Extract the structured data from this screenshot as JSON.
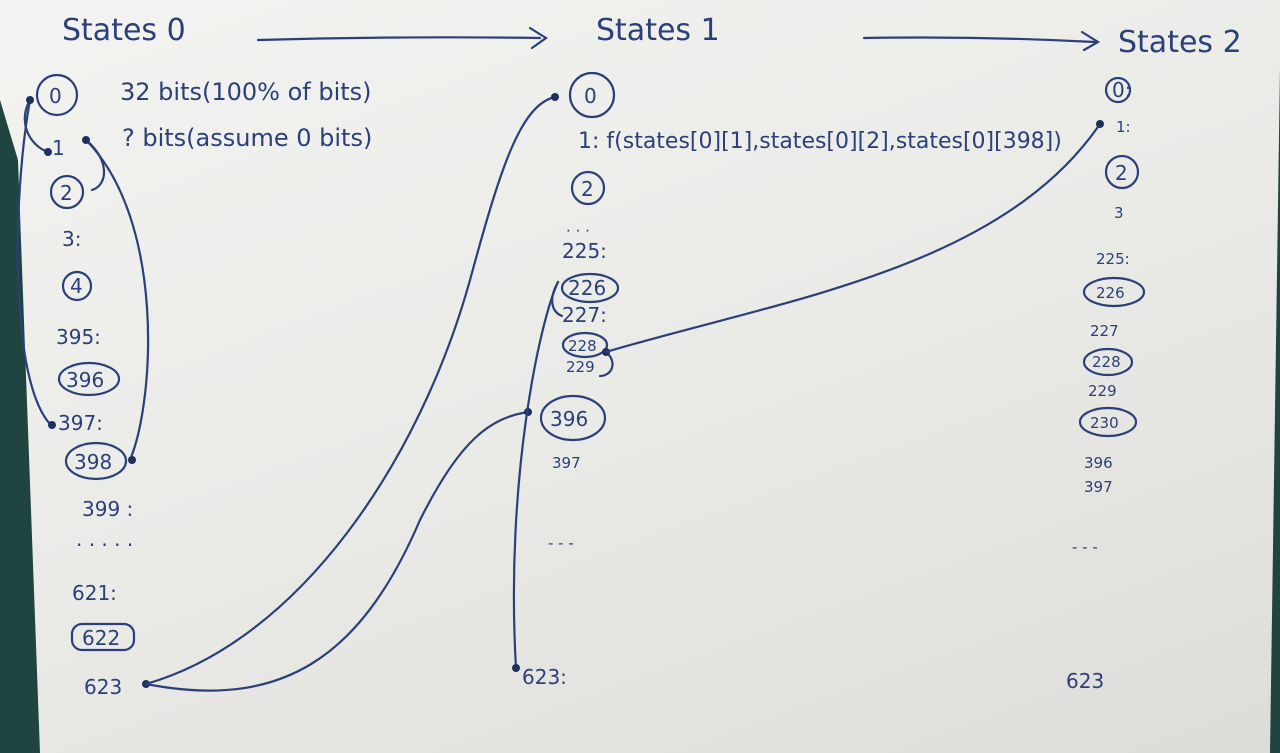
{
  "headers": {
    "states0": "States 0",
    "states1": "States 1",
    "states2": "States 2"
  },
  "notes": {
    "bits_full": "32 bits(100% of bits)",
    "bits_unknown": "? bits(assume 0 bits)"
  },
  "formula": "1: f(states[0][1],states[0][2],states[0][398])",
  "states0": {
    "i0": "0",
    "i1": "1",
    "i2": "2",
    "i3": "3:",
    "i4": "4",
    "i395": "395:",
    "i396": "396",
    "i397": "397:",
    "i398": "398",
    "i399": "399 :",
    "dots": "· · · · ·",
    "i621": "621:",
    "i622": "622",
    "i623": "623"
  },
  "states1": {
    "i0": "0",
    "i2": "2",
    "dots1": "· · ·",
    "i225": "225:",
    "i226": "226",
    "i227": "227:",
    "i228": "228",
    "i229": "229",
    "i396": "396",
    "i397": "397",
    "dots2": "- - -",
    "i623": "623:"
  },
  "states2": {
    "i0": "0:",
    "i1": "1:",
    "i2": "2",
    "i3": "3",
    "i225": "225:",
    "i226": "226",
    "i227": "227",
    "i228": "228",
    "i229": "229",
    "i230": "230",
    "i396": "396",
    "i397": "397",
    "dots": "- - -",
    "i623": "623"
  }
}
